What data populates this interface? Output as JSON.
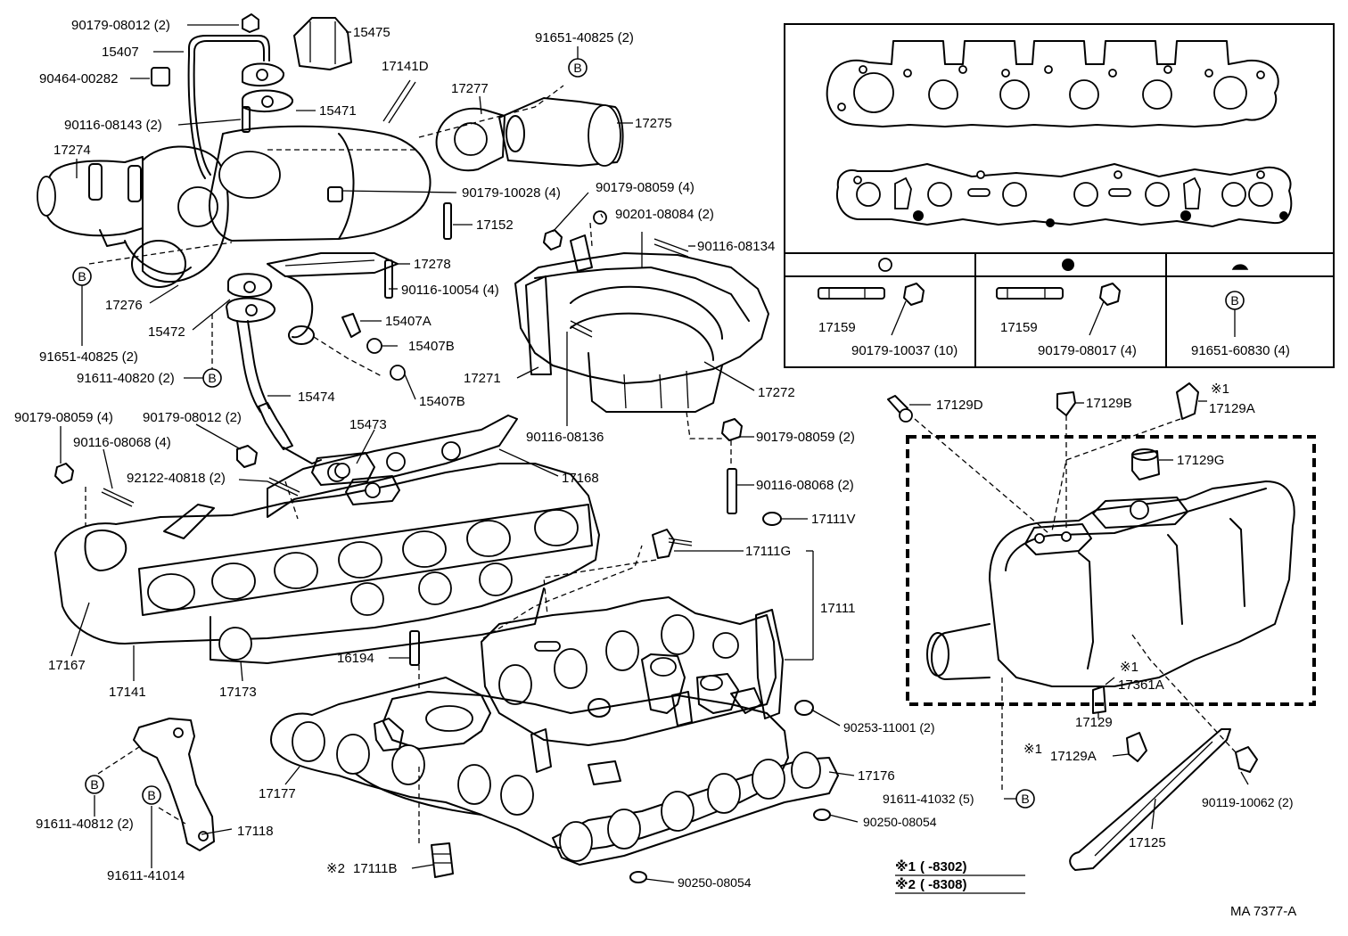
{
  "labels": {
    "p_90179_08012_top": "90179-08012 (2)",
    "p_15407": "15407",
    "p_90464_00282": "90464-00282",
    "p_90116_08143": "90116-08143 (2)",
    "p_17274": "17274",
    "p_15475": "15475",
    "p_15471": "15471",
    "p_17141D": "17141D",
    "p_91651_40825_top": "91651-40825 (2)",
    "p_17277": "17277",
    "p_17275": "17275",
    "p_90179_10028": "90179-10028 (4)",
    "p_17152": "17152",
    "p_17278": "17278",
    "p_90116_10054": "90116-10054 (4)",
    "p_17276": "17276",
    "p_15472": "15472",
    "p_91651_40825_left": "91651-40825 (2)",
    "p_91611_40820": "91611-40820 (2)",
    "p_15407A": "15407A",
    "p_15407B_1": "15407B",
    "p_15407B_2": "15407B",
    "p_15474": "15474",
    "p_90179_08059_left": "90179-08059 (4)",
    "p_90179_08012_mid": "90179-08012 (2)",
    "p_15473": "15473",
    "p_90116_08068_left": "90116-08068 (4)",
    "p_92122_40818": "92122-40818 (2)",
    "p_17168": "17168",
    "p_90179_08059_mid": "90179-08059 (4)",
    "p_90201_08084": "90201-08084 (2)",
    "p_90116_08134": "90116-08134",
    "p_17271": "17271",
    "p_17272": "17272",
    "p_90116_08136": "90116-08136",
    "p_90179_08059_right": "90179-08059 (2)",
    "p_90116_08068_right": "90116-08068 (2)",
    "p_17111V": "17111V",
    "p_17111G": "17111G",
    "p_17111": "17111",
    "p_17167": "17167",
    "p_17141": "17141",
    "p_17173": "17173",
    "p_16194": "16194",
    "p_90253_11001": "90253-11001 (2)",
    "p_17176": "17176",
    "p_17177": "17177",
    "p_90250_08054_1": "90250-08054",
    "p_90250_08054_2": "90250-08054",
    "p_17111B": "17111B",
    "p_mark2_17111B": "※2",
    "p_91611_40812": "91611-40812 (2)",
    "p_17118": "17118",
    "p_91611_41014": "91611-41014",
    "p_17159_a": "17159",
    "p_90179_10037": "90179-10037 (10)",
    "p_17159_b": "17159",
    "p_90179_08017": "90179-08017 (4)",
    "p_91651_60830": "91651-60830 (4)",
    "p_17129D": "17129D",
    "p_17129B": "17129B",
    "p_mark1_17129A_top": "※1",
    "p_17129A_top": "17129A",
    "p_17129G": "17129G",
    "p_mark1_17361A": "※1",
    "p_17361A": "17361A",
    "p_17129": "17129",
    "p_mark1_17129A_bot": "※1",
    "p_17129A_bot": "17129A",
    "p_91611_41032": "91611-41032 (5)",
    "p_90119_10062": "90119-10062 (2)",
    "p_17125": "17125",
    "b_mark": "B"
  },
  "notes": {
    "note1_mark": "※1",
    "note1_text": "(      -8302)",
    "note2_mark": "※2",
    "note2_text": "(      -8308)"
  },
  "figure_id": "MA 7377-A"
}
